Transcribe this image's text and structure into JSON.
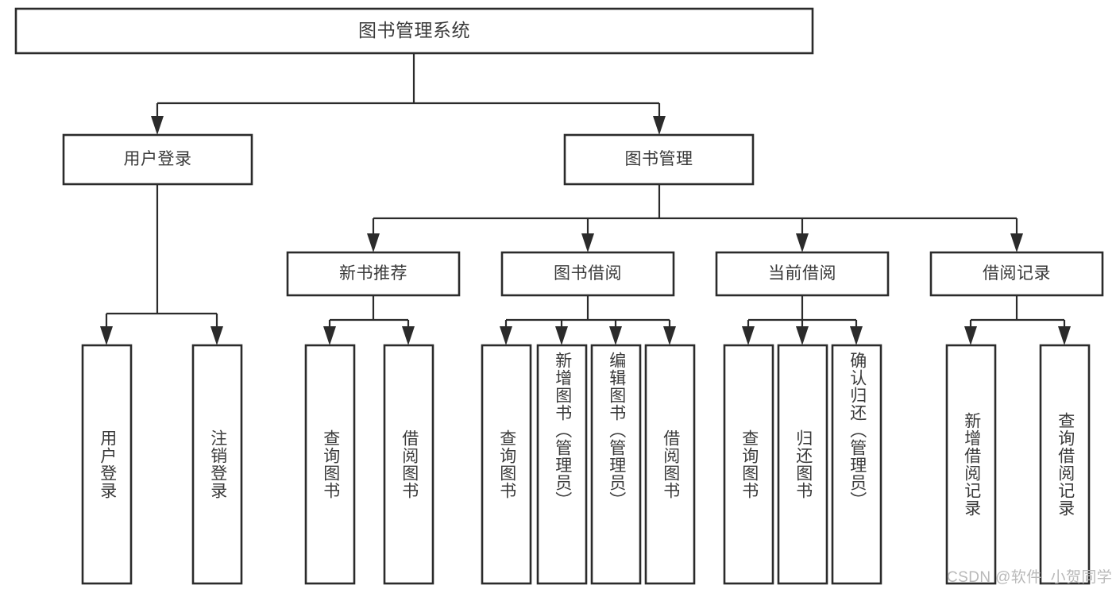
{
  "diagram": {
    "title": "图书管理系统",
    "type": "tree-hierarchy",
    "root": {
      "id": "root",
      "label": "图书管理系统",
      "orientation": "horizontal"
    },
    "level2": [
      {
        "id": "user-login",
        "label": "用户登录",
        "orientation": "horizontal"
      },
      {
        "id": "book-management",
        "label": "图书管理",
        "orientation": "horizontal"
      }
    ],
    "level3": [
      {
        "id": "new-book-recommend",
        "label": "新书推荐",
        "orientation": "horizontal",
        "parent": "book-management"
      },
      {
        "id": "book-borrow",
        "label": "图书借阅",
        "orientation": "horizontal",
        "parent": "book-management"
      },
      {
        "id": "current-borrow",
        "label": "当前借阅",
        "orientation": "horizontal",
        "parent": "book-management"
      },
      {
        "id": "borrow-record",
        "label": "借阅记录",
        "orientation": "horizontal",
        "parent": "book-management"
      }
    ],
    "leaves": [
      {
        "id": "leaf-user-login",
        "label": "用户登录",
        "parent": "user-login",
        "orientation": "vertical"
      },
      {
        "id": "leaf-logout-login",
        "label": "注销登录",
        "parent": "user-login",
        "orientation": "vertical"
      },
      {
        "id": "leaf-query-book-1",
        "label": "查询图书",
        "parent": "new-book-recommend",
        "orientation": "vertical"
      },
      {
        "id": "leaf-borrow-book-1",
        "label": "借阅图书",
        "parent": "new-book-recommend",
        "orientation": "vertical"
      },
      {
        "id": "leaf-query-book-2",
        "label": "查询图书",
        "parent": "book-borrow",
        "orientation": "vertical"
      },
      {
        "id": "leaf-add-book",
        "label": "新增图书（管理员）",
        "parent": "book-borrow",
        "orientation": "vertical"
      },
      {
        "id": "leaf-edit-book",
        "label": "编辑图书（管理员）",
        "parent": "book-borrow",
        "orientation": "vertical"
      },
      {
        "id": "leaf-borrow-book-2",
        "label": "借阅图书",
        "parent": "book-borrow",
        "orientation": "vertical"
      },
      {
        "id": "leaf-query-book-3",
        "label": "查询图书",
        "parent": "current-borrow",
        "orientation": "vertical"
      },
      {
        "id": "leaf-return-book",
        "label": "归还图书",
        "parent": "current-borrow",
        "orientation": "vertical"
      },
      {
        "id": "leaf-confirm-return",
        "label": "确认归还（管理员）",
        "parent": "current-borrow",
        "orientation": "vertical"
      },
      {
        "id": "leaf-add-record",
        "label": "新增借阅记录",
        "parent": "borrow-record",
        "orientation": "vertical"
      },
      {
        "id": "leaf-query-record",
        "label": "查询借阅记录",
        "parent": "borrow-record",
        "orientation": "vertical"
      }
    ],
    "colors": {
      "box_stroke": "#2b2b2b",
      "box_fill": "#ffffff",
      "text": "#3a3a3a",
      "connector": "#2b2b2b",
      "background": "#ffffff",
      "watermark": "#b9b9b9"
    }
  },
  "watermark": {
    "text": "CSDN @软件_小贺同学"
  }
}
